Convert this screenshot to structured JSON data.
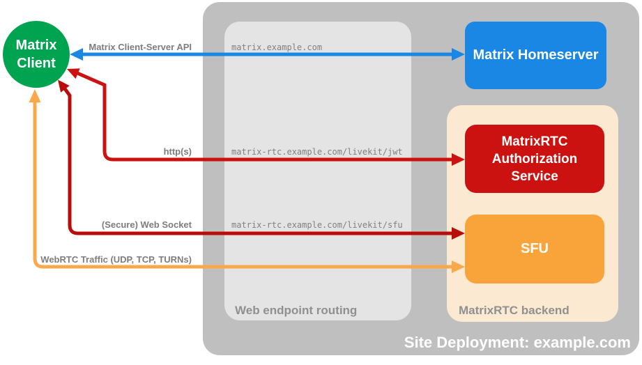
{
  "containers": {
    "site_deployment": {
      "label": "Site Deployment: example.com",
      "color": "#bfbfbf"
    },
    "web_endpoint_routing": {
      "label": "Web endpoint routing",
      "color": "#e4e4e4"
    },
    "matrixrtc_backend": {
      "label": "MatrixRTC backend",
      "color": "#fce9d2"
    }
  },
  "nodes": {
    "client": {
      "line1": "Matrix",
      "line2": "Client",
      "color": "#00a34f"
    },
    "homeserver": {
      "label": "Matrix Homeserver",
      "color": "#1b87e5"
    },
    "auth_service": {
      "label": "MatrixRTC Authorization Service",
      "color": "#cc1111"
    },
    "sfu": {
      "label": "SFU",
      "color": "#f9a43a"
    }
  },
  "connections": [
    {
      "label": "Matrix Client-Server API",
      "endpoint": "matrix.example.com",
      "color": "#1b87e5"
    },
    {
      "label": "http(s)",
      "endpoint": "matrix-rtc.example.com/livekit/jwt",
      "color": "#cc1111"
    },
    {
      "label": "(Secure) Web Socket",
      "endpoint": "matrix-rtc.example.com/livekit/sfu",
      "color": "#bb0c0c"
    },
    {
      "label": "WebRTC Traffic (UDP, TCP, TURNs)",
      "color": "#f9a94c"
    }
  ]
}
